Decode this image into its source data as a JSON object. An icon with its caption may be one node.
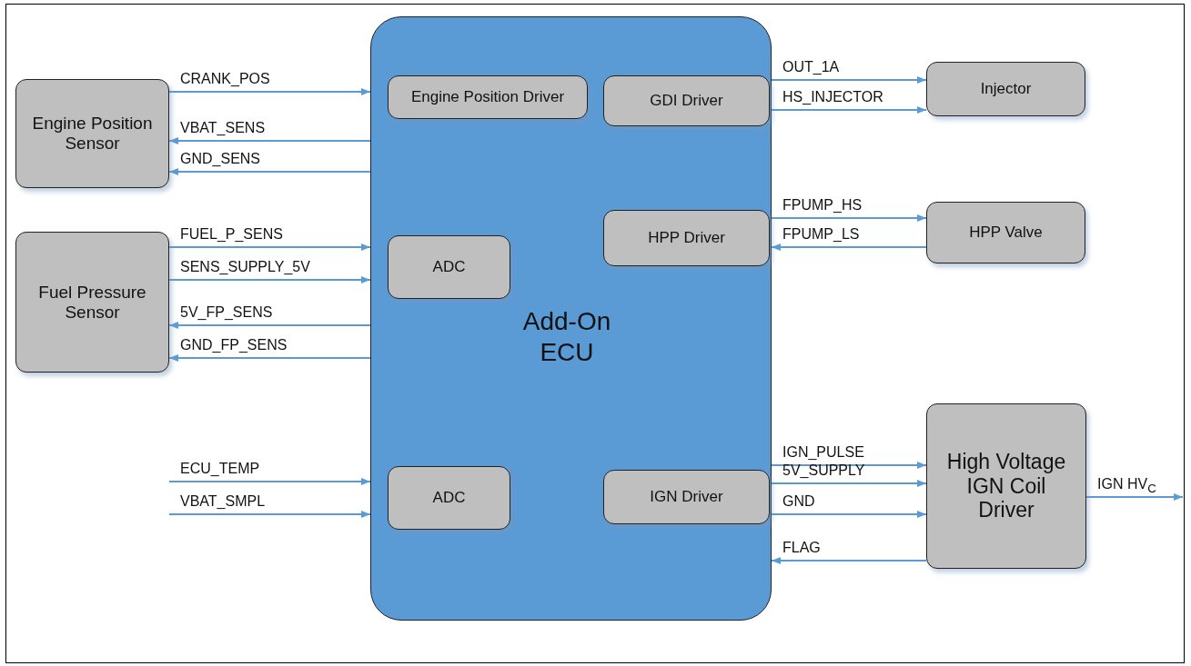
{
  "diagram": {
    "nodes": [
      {
        "text": [
          "Engine Position Sensor"
        ]
      },
      {
        "text": [
          "Fuel Pressure Sensor"
        ]
      },
      {
        "text": [
          "Add-On ECU"
        ]
      },
      {
        "text": [
          "Engine Position Driver"
        ],
        "in": 2
      },
      {
        "text": [
          "GDI Driver"
        ],
        "in": 2
      },
      {
        "text": [
          "ADC"
        ],
        "in": 2
      },
      {
        "text": [
          "HPP Driver"
        ],
        "in": 2
      },
      {
        "text": [
          "ADC"
        ],
        "in": 2
      },
      {
        "text": [
          "IGN Driver"
        ],
        "in": 2
      },
      {
        "text": [
          "Injector"
        ]
      },
      {
        "text": [
          "HPP Valve"
        ]
      },
      {
        "text": [
          "High Voltage IGN Coil Driver"
        ]
      }
    ],
    "edges": [
      {
        "from": 0,
        "to": 2,
        "arrow": "to",
        "label": "CRANK_POS"
      },
      {
        "from": 2,
        "to": 0,
        "arrow": "to",
        "label": "VBAT_SENS"
      },
      {
        "from": 2,
        "to": 0,
        "arrow": "to",
        "label": "GND_SENS"
      },
      {
        "from": 1,
        "to": 2,
        "arrow": "to",
        "label": "FUEL_P_SENS"
      },
      {
        "from": 1,
        "to": 2,
        "arrow": "to",
        "label": "SENS_SUPPLY_5V"
      },
      {
        "from": 2,
        "to": 1,
        "arrow": "to",
        "label": "5V_FP_SENS"
      },
      {
        "from": 2,
        "to": 1,
        "arrow": "to",
        "label": "GND_FP_SENS"
      },
      {
        "from": null,
        "to": 2,
        "arrow": "to",
        "label": "ECU_TEMP"
      },
      {
        "from": null,
        "to": 2,
        "arrow": "to",
        "label": "VBAT_SMPL"
      },
      {
        "from": 2,
        "to": 9,
        "arrow": "to",
        "label": "OUT_1A"
      },
      {
        "from": 2,
        "to": 9,
        "arrow": "to",
        "label": "HS_INJECTOR"
      },
      {
        "from": 2,
        "to": 10,
        "arrow": "to",
        "label": "FPUMP_HS"
      },
      {
        "from": 10,
        "to": 2,
        "arrow": "to",
        "label": "FPUMP_LS"
      },
      {
        "from": 2,
        "to": 11,
        "arrow": "to",
        "label": "IGN_PULSE"
      },
      {
        "from": 2,
        "to": 11,
        "arrow": "to",
        "label": "5V_SUPPLY"
      },
      {
        "from": 2,
        "to": 11,
        "arrow": "to",
        "label": "GND"
      },
      {
        "from": 11,
        "to": 2,
        "arrow": "to",
        "label": "FLAG"
      },
      {
        "from": 11,
        "to": null,
        "arrow": "to",
        "label": "IGN HV$_{C}$"
      }
    ]
  }
}
